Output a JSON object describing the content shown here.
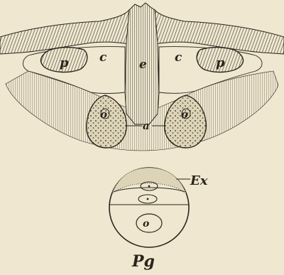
{
  "figure": {
    "upper_diagram": {
      "labels": {
        "p_left": "p",
        "c_left": "c",
        "e": "e",
        "c_right": "c",
        "p_right": "p",
        "o_left": "o",
        "a": "a",
        "o_right": "o"
      }
    },
    "lower_diagram": {
      "labels": {
        "ex": "Ex",
        "o_lower": "o",
        "pg": "Pg"
      }
    }
  },
  "colors": {
    "paper": "#efe7cf",
    "ink": "#2a241c",
    "speckle_fill": "#ddd3b6"
  }
}
